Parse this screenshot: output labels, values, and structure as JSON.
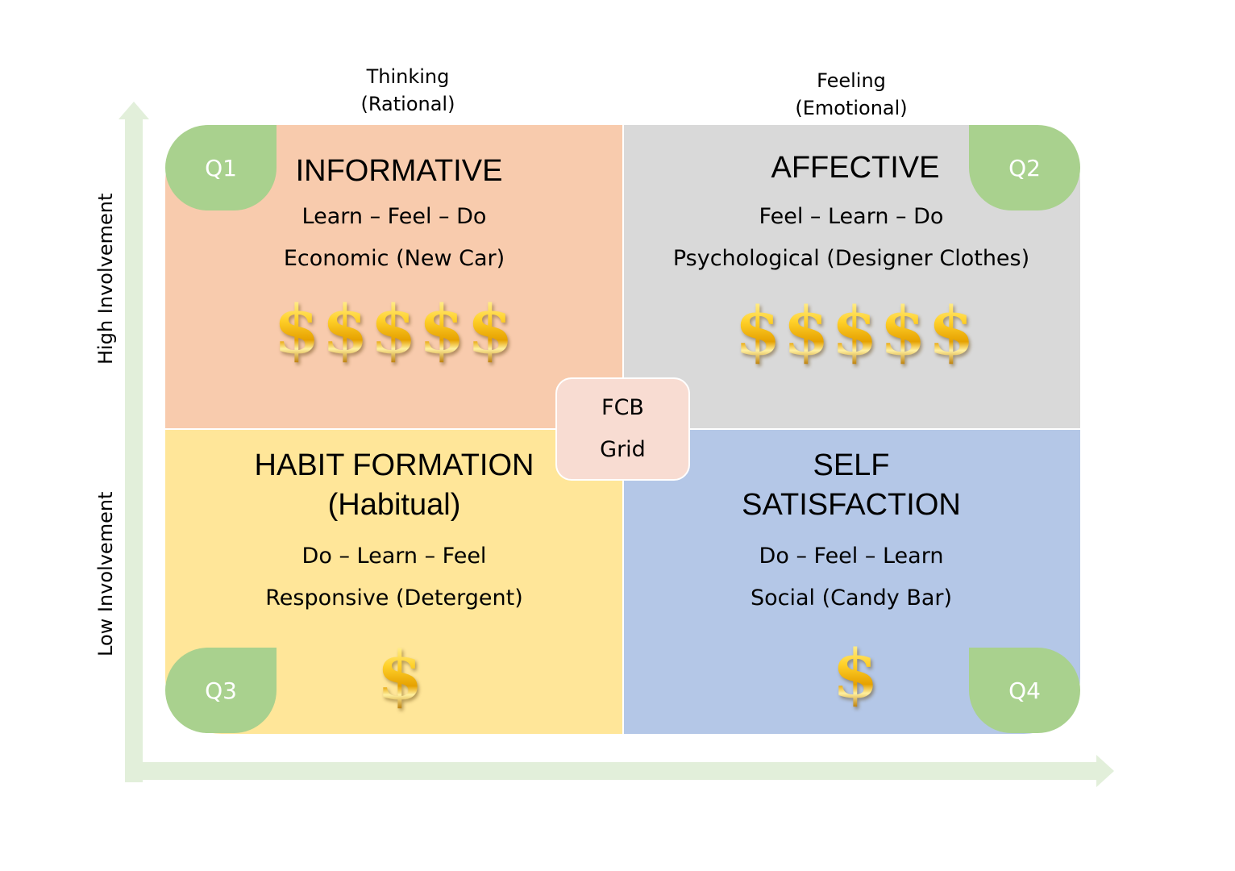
{
  "columns": {
    "thinking": "Thinking\n(Rational)",
    "feeling": "Feeling\n(Emotional)"
  },
  "rows": {
    "high": "High Involvement",
    "low": "Low Involvement"
  },
  "center": {
    "line1": "FCB",
    "line2": "Grid"
  },
  "quadrants": {
    "q1": {
      "badge": "Q1",
      "title": "INFORMATIVE",
      "sequence": "Learn – Feel – Do",
      "example": "Economic (New Car)",
      "cost_symbols": "$$$$$"
    },
    "q2": {
      "badge": "Q2",
      "title": "AFFECTIVE",
      "sequence": "Feel – Learn – Do",
      "example": "Psychological (Designer Clothes)",
      "cost_symbols": "$$$$$"
    },
    "q3": {
      "badge": "Q3",
      "title": "HABIT FORMATION\n(Habitual)",
      "sequence": "Do – Learn – Feel",
      "example": "Responsive (Detergent)",
      "cost_symbols": "$"
    },
    "q4": {
      "badge": "Q4",
      "title": "SELF\nSATISFACTION",
      "sequence": "Do – Feel – Learn",
      "example": "Social (Candy Bar)",
      "cost_symbols": "$"
    }
  },
  "colors": {
    "q1": "#f8cbad",
    "q2": "#d9d9d9",
    "q3": "#ffe699",
    "q4": "#b4c7e7",
    "badge": "#a9d18e",
    "axis": "#e2efda",
    "center": "#f8dcd2"
  }
}
